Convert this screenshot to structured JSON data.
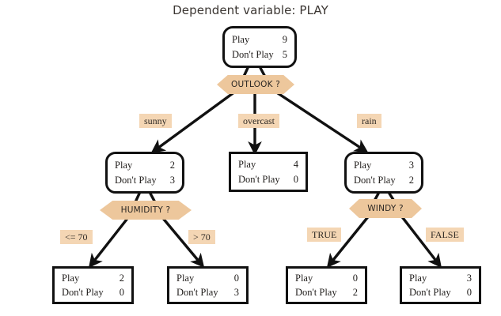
{
  "title": "Dependent variable: PLAY",
  "colors": {
    "node_border": "#111111",
    "node_fill": "#ffffff",
    "decision_fill": "#edc79c",
    "edge_label_fill": "#f4d6b4",
    "text": "#201d1b",
    "background": "#ffffff"
  },
  "labels": {
    "play": "Play",
    "dont_play": "Don't Play"
  },
  "tree": {
    "root": {
      "id": "root",
      "type": "node",
      "shape": "rounded",
      "play": "9",
      "dont_play": "5"
    },
    "decisions": [
      {
        "id": "outlook",
        "text": "OUTLOOK ?"
      },
      {
        "id": "humidity",
        "text": "HUMIDITY ?"
      },
      {
        "id": "windy",
        "text": "WINDY ?"
      }
    ],
    "edge_labels": [
      {
        "id": "sunny",
        "text": "sunny"
      },
      {
        "id": "overcast",
        "text": "overcast"
      },
      {
        "id": "rain",
        "text": "rain"
      },
      {
        "id": "hum-le-70",
        "text": "<= 70"
      },
      {
        "id": "hum-gt-70",
        "text": "> 70"
      },
      {
        "id": "windy-true",
        "text": "TRUE"
      },
      {
        "id": "windy-false",
        "text": "FALSE"
      }
    ],
    "nodes": [
      {
        "id": "sunny-node",
        "shape": "rounded",
        "play": "2",
        "dont_play": "3"
      },
      {
        "id": "overcast-node",
        "shape": "leaf",
        "play": "4",
        "dont_play": "0"
      },
      {
        "id": "rain-node",
        "shape": "rounded",
        "play": "3",
        "dont_play": "2"
      },
      {
        "id": "leaf-hum-le",
        "shape": "leaf",
        "play": "2",
        "dont_play": "0"
      },
      {
        "id": "leaf-hum-gt",
        "shape": "leaf",
        "play": "0",
        "dont_play": "3"
      },
      {
        "id": "leaf-windy-true",
        "shape": "leaf",
        "play": "0",
        "dont_play": "2"
      },
      {
        "id": "leaf-windy-false",
        "shape": "leaf",
        "play": "3",
        "dont_play": "0"
      }
    ]
  }
}
